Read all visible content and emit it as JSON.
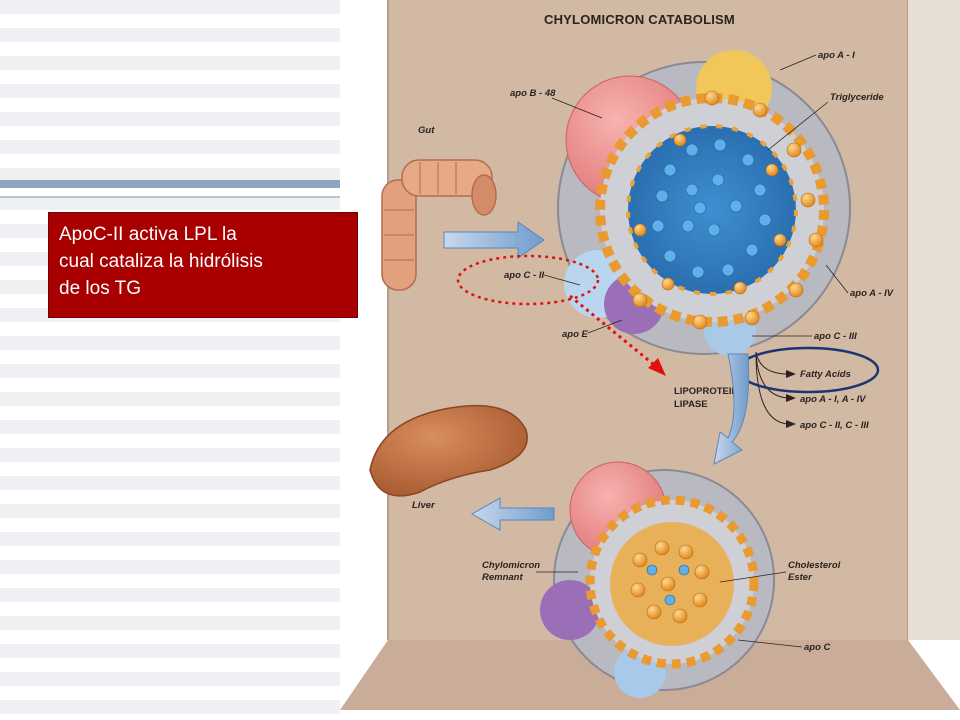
{
  "colors": {
    "callout_bg": "#a80000",
    "poster_bg": "#d2b9a4",
    "accent_bar": "#8fa4c0",
    "red_dotted_circle": "#e01010",
    "blue_circle": "#1a3670"
  },
  "callout": {
    "line1": "ApoC-II activa LPL la",
    "line2": "cual cataliza la hidrólisis",
    "line3": "de los TG"
  },
  "diagram": {
    "title": "CHYLOMICRON CATABOLISM",
    "labels": {
      "gut": "Gut",
      "liver": "Liver",
      "apo_a1": "apo A - I",
      "apo_b48": "apo B - 48",
      "triglyceride": "Triglyceride",
      "apo_c2": "apo C - II",
      "apo_a4": "apo A - IV",
      "apo_e": "apo E",
      "apo_c3": "apo C - III",
      "lipoprotein": "LIPOPROTEIN",
      "lipase": "LIPASE",
      "fatty_acids": "Fatty Acids",
      "apo_a1_a4": "apo A - I, A - IV",
      "apo_c2_c3": "apo C - II, C - III",
      "remnant_1": "Chylomicron",
      "remnant_2": "Remnant",
      "cholesterol_1": "Cholesterol",
      "cholesterol_2": "Ester",
      "apo_c": "apo C"
    },
    "icons": [
      "gut-illustration",
      "liver-illustration",
      "chylomicron-particle",
      "chylomicron-remnant-particle",
      "flow-arrow"
    ]
  }
}
